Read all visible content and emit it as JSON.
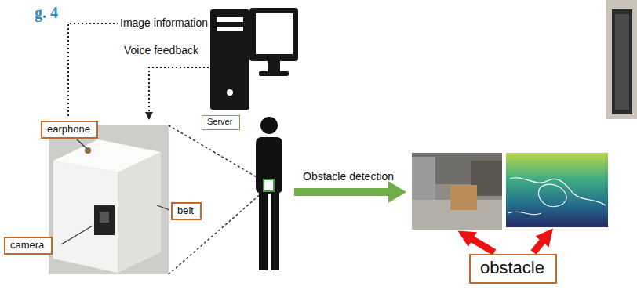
{
  "diagram": {
    "nodes": [
      {
        "text": [
          "Server"
        ]
      },
      {
        "text": [
          "earphone"
        ]
      },
      {
        "text": [
          "belt"
        ]
      },
      {
        "text": [
          "camera"
        ]
      },
      {
        "text": [
          "obstacle"
        ]
      }
    ],
    "labels": [
      "g. 4",
      "Image information",
      "Voice feedback",
      "Obstacle detection"
    ]
  }
}
